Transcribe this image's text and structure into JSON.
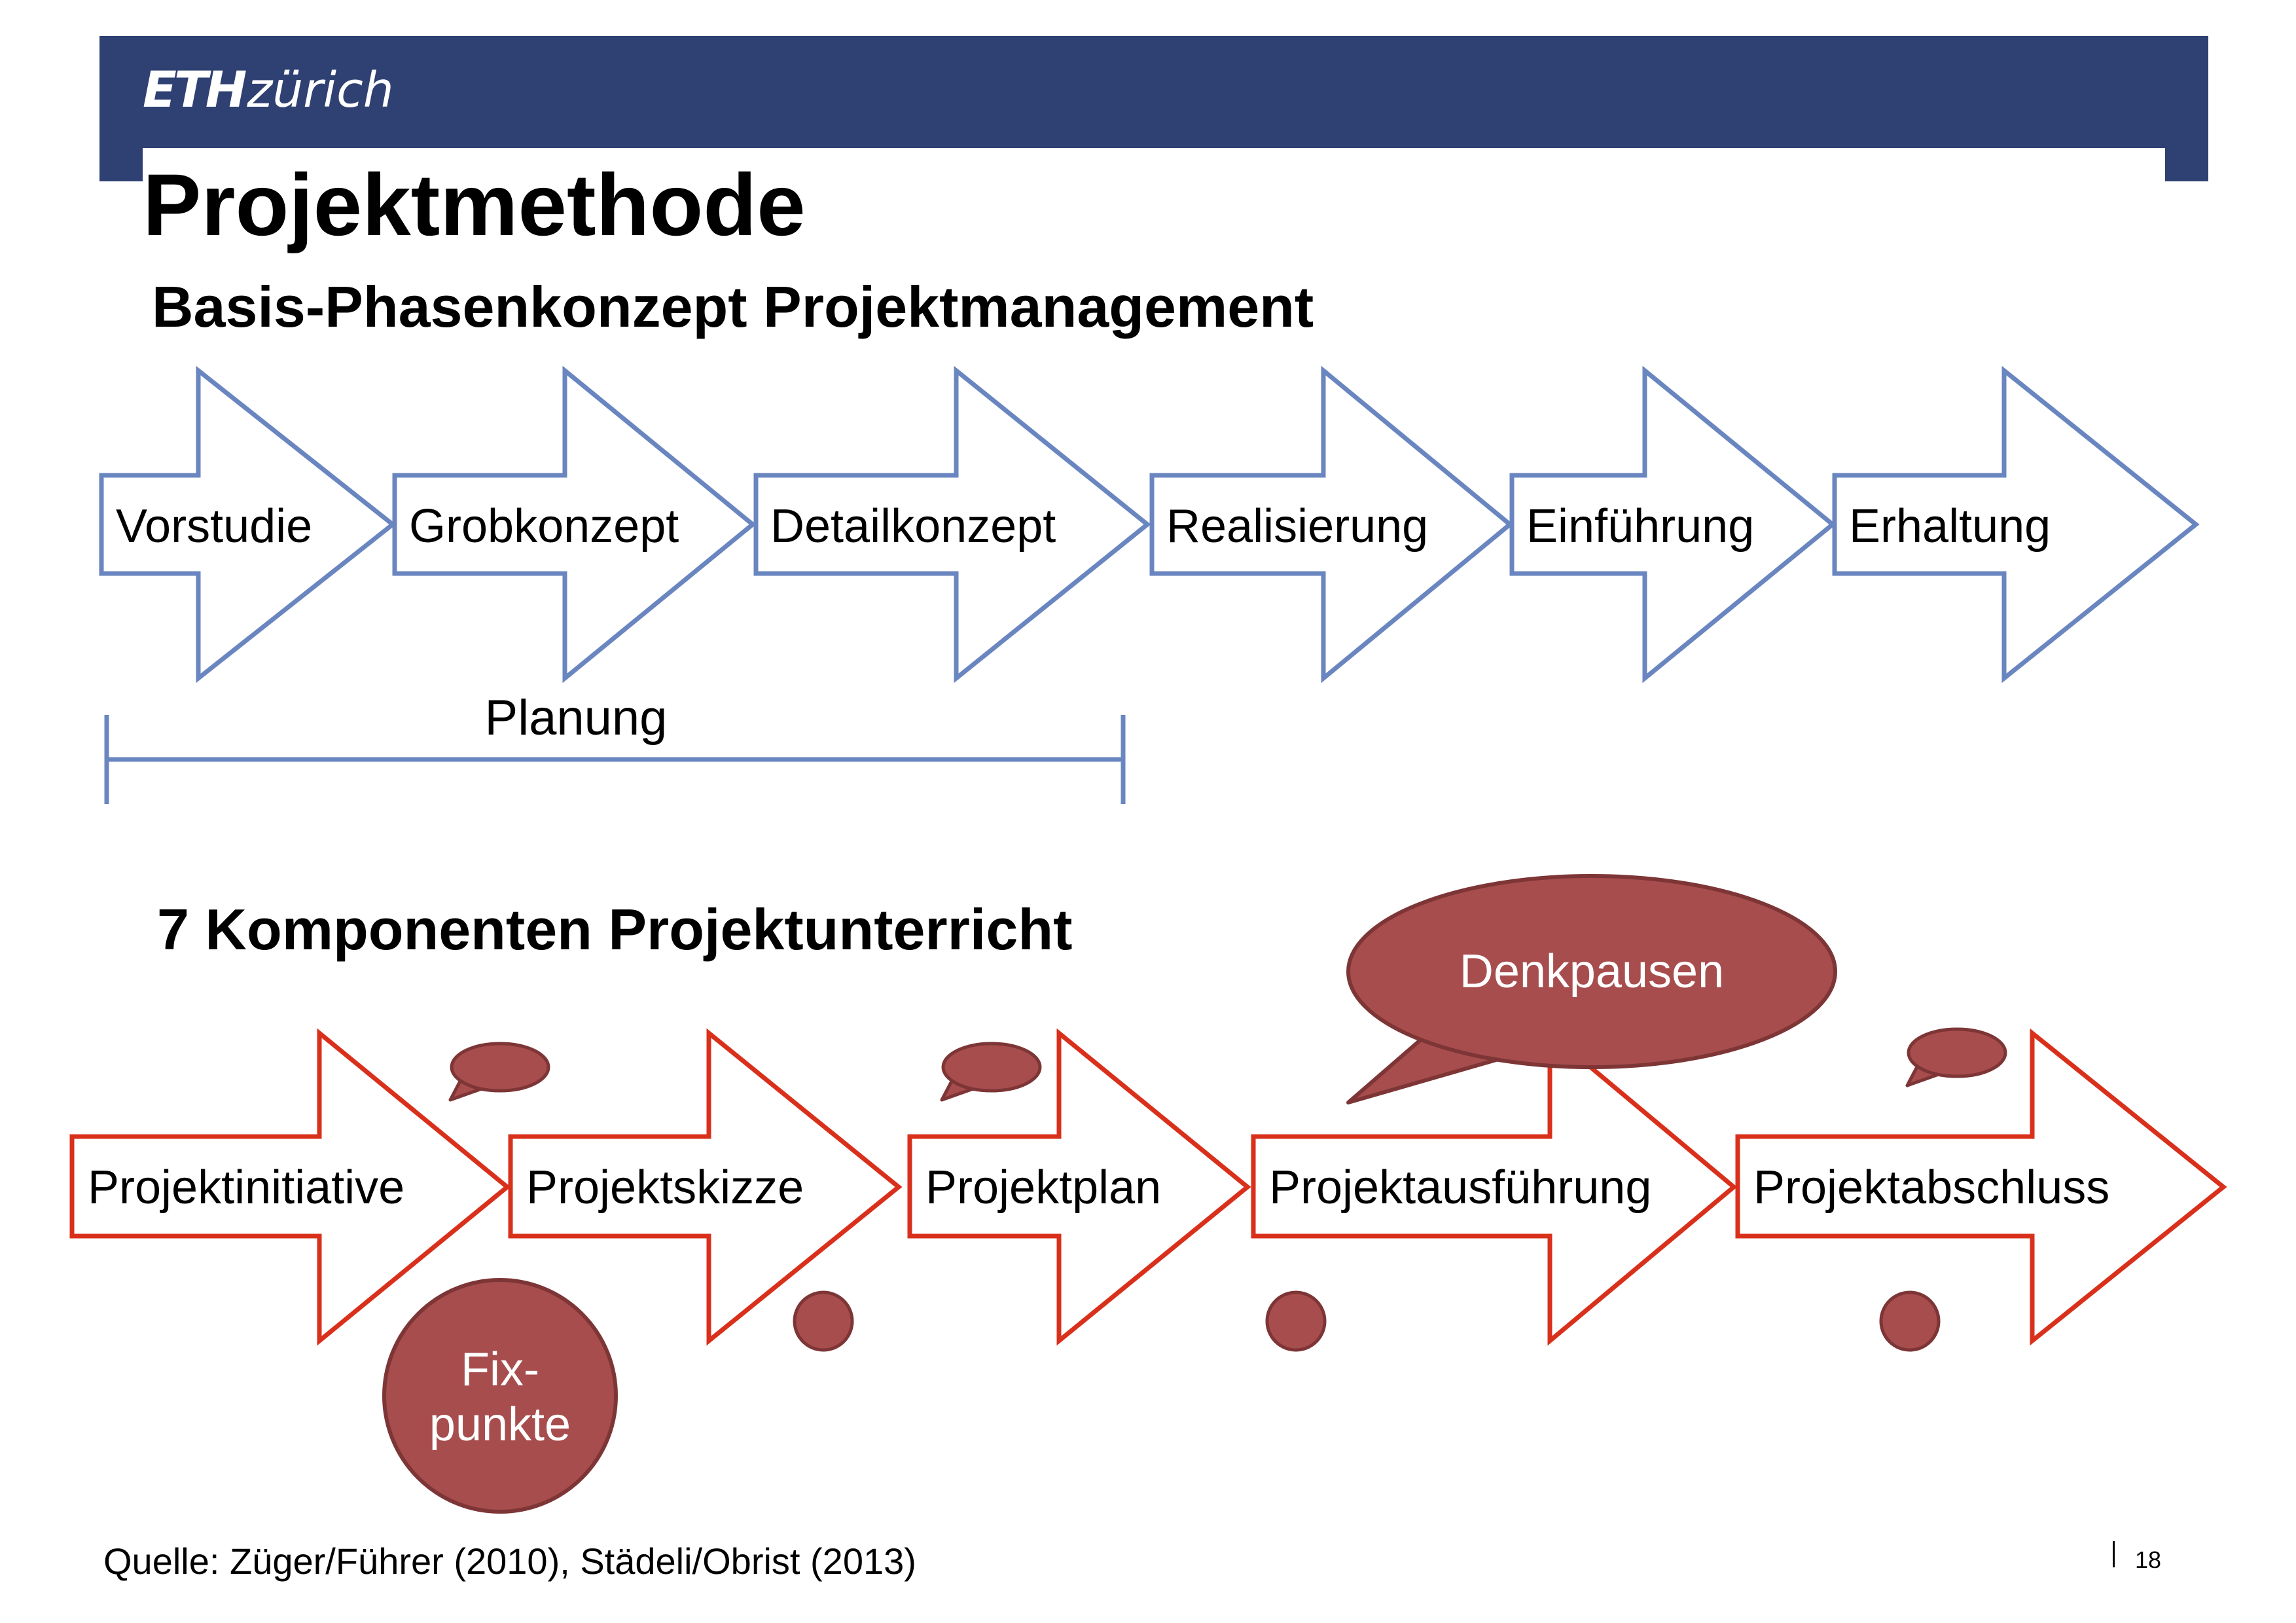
{
  "header": {
    "logo_bold": "ETH",
    "logo_text": "zürich"
  },
  "title": "Projektmethode",
  "section1": {
    "heading": "Basis-Phasenkonzept Projektmanagement",
    "phases": [
      "Vorstudie",
      "Grobkonzept",
      "Detailkonzept",
      "Realisierung",
      "Einführung",
      "Erhaltung"
    ],
    "span_label": "Planung",
    "color": "#6a86c0"
  },
  "section2": {
    "heading": "7 Komponenten Projektunterricht",
    "phases": [
      "Projektinitiative",
      "Projektskizze",
      "Projektplan",
      "Projektausführung",
      "Projektabschluss"
    ],
    "callout_label": "Denkpausen",
    "fixpunkte_label": [
      "Fix-",
      "punkte"
    ],
    "color": "#d9301c",
    "bubble_fill": "#a84d4e",
    "bubble_stroke": "#7d3536"
  },
  "footer": {
    "source": "Quelle: Züger/Führer (2010), Städeli/Obrist (2013)",
    "page": "18"
  }
}
